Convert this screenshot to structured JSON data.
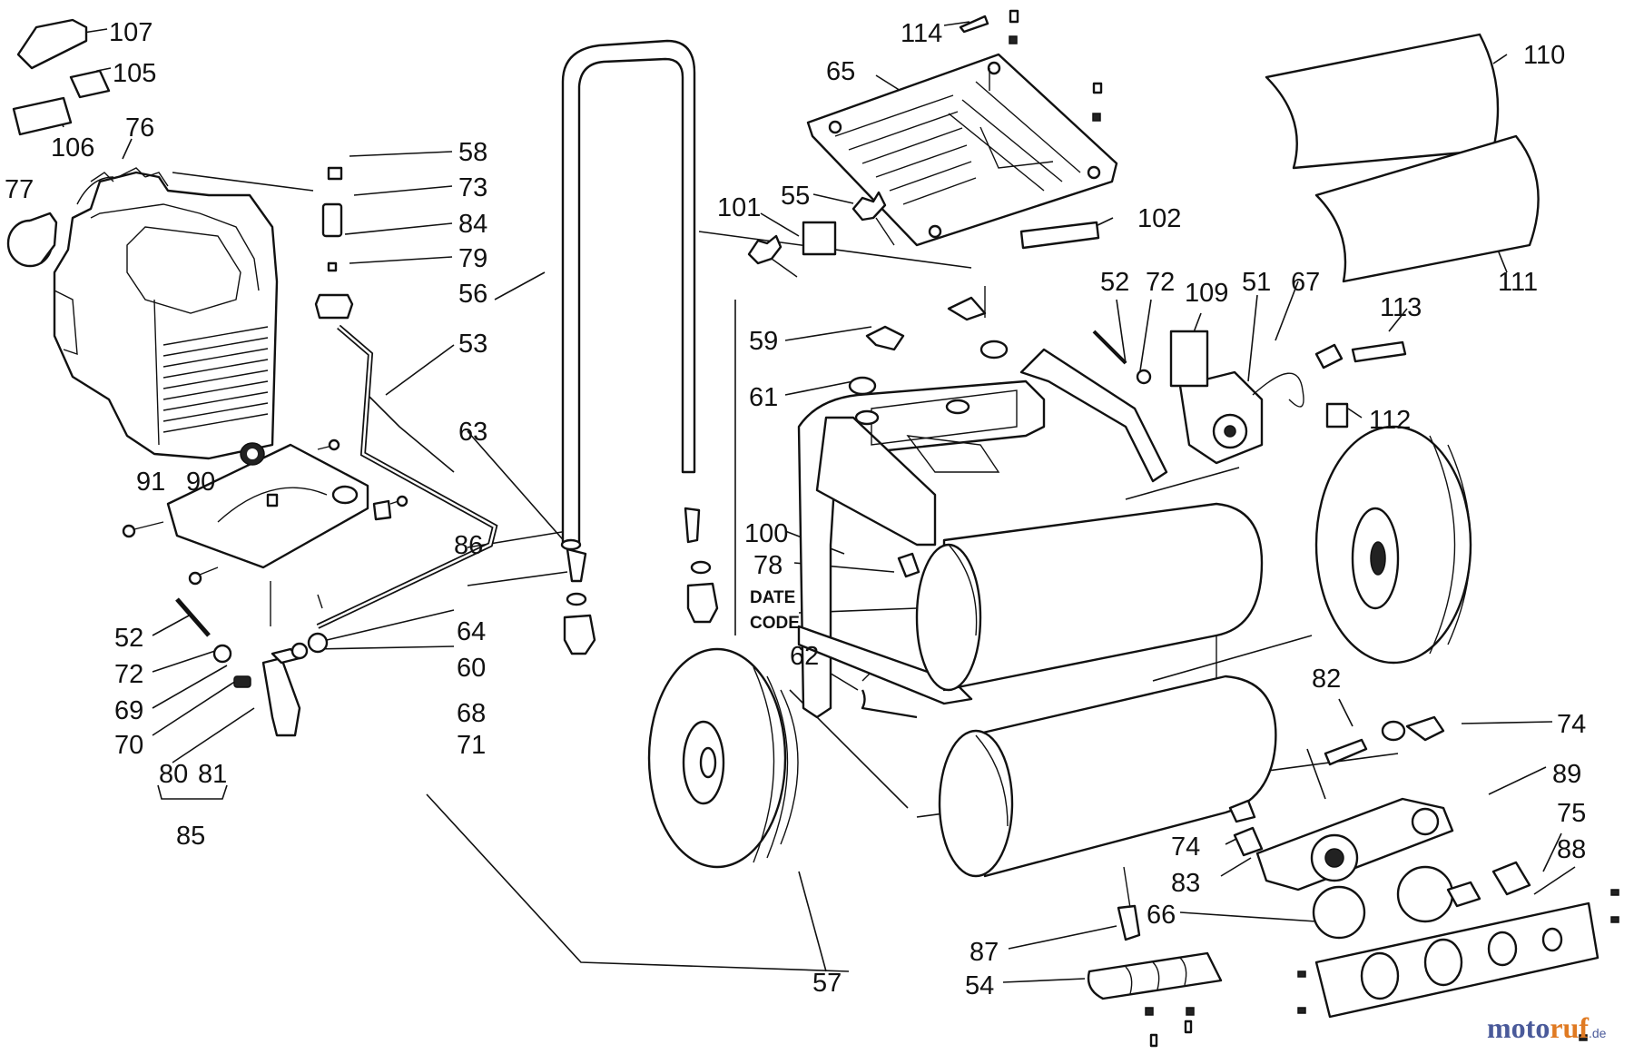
{
  "labels": [
    {
      "id": "107",
      "text": "107"
    },
    {
      "id": "105",
      "text": "105"
    },
    {
      "id": "106",
      "text": "106"
    },
    {
      "id": "76",
      "text": "76"
    },
    {
      "id": "77",
      "text": "77"
    },
    {
      "id": "58",
      "text": "58"
    },
    {
      "id": "73",
      "text": "73"
    },
    {
      "id": "84",
      "text": "84"
    },
    {
      "id": "79",
      "text": "79"
    },
    {
      "id": "56",
      "text": "56"
    },
    {
      "id": "53",
      "text": "53"
    },
    {
      "id": "91",
      "text": "91"
    },
    {
      "id": "90",
      "text": "90"
    },
    {
      "id": "63",
      "text": "63"
    },
    {
      "id": "86",
      "text": "86"
    },
    {
      "id": "52a",
      "text": "52"
    },
    {
      "id": "72a",
      "text": "72"
    },
    {
      "id": "69",
      "text": "69"
    },
    {
      "id": "70",
      "text": "70"
    },
    {
      "id": "80",
      "text": "80"
    },
    {
      "id": "81",
      "text": "81"
    },
    {
      "id": "85",
      "text": "85"
    },
    {
      "id": "64",
      "text": "64"
    },
    {
      "id": "60",
      "text": "60"
    },
    {
      "id": "68",
      "text": "68"
    },
    {
      "id": "71",
      "text": "71"
    },
    {
      "id": "114",
      "text": "114"
    },
    {
      "id": "65",
      "text": "65"
    },
    {
      "id": "101",
      "text": "101"
    },
    {
      "id": "55",
      "text": "55"
    },
    {
      "id": "102",
      "text": "102"
    },
    {
      "id": "110",
      "text": "110"
    },
    {
      "id": "111",
      "text": "111"
    },
    {
      "id": "52b",
      "text": "52"
    },
    {
      "id": "72b",
      "text": "72"
    },
    {
      "id": "109",
      "text": "109"
    },
    {
      "id": "51",
      "text": "51"
    },
    {
      "id": "67",
      "text": "67"
    },
    {
      "id": "113",
      "text": "113"
    },
    {
      "id": "112",
      "text": "112"
    },
    {
      "id": "59",
      "text": "59"
    },
    {
      "id": "61",
      "text": "61"
    },
    {
      "id": "100",
      "text": "100"
    },
    {
      "id": "78",
      "text": "78"
    },
    {
      "id": "62",
      "text": "62"
    },
    {
      "id": "82",
      "text": "82"
    },
    {
      "id": "74a",
      "text": "74"
    },
    {
      "id": "89",
      "text": "89"
    },
    {
      "id": "74b",
      "text": "74"
    },
    {
      "id": "75",
      "text": "75"
    },
    {
      "id": "88",
      "text": "88"
    },
    {
      "id": "83",
      "text": "83"
    },
    {
      "id": "66",
      "text": "66"
    },
    {
      "id": "87",
      "text": "87"
    },
    {
      "id": "54",
      "text": "54"
    },
    {
      "id": "57",
      "text": "57"
    }
  ],
  "date_code": {
    "line1": "DATE",
    "line2": "CODE"
  },
  "watermark": {
    "part1": "moto",
    "part2": "ruf",
    "suffix": ".de"
  }
}
